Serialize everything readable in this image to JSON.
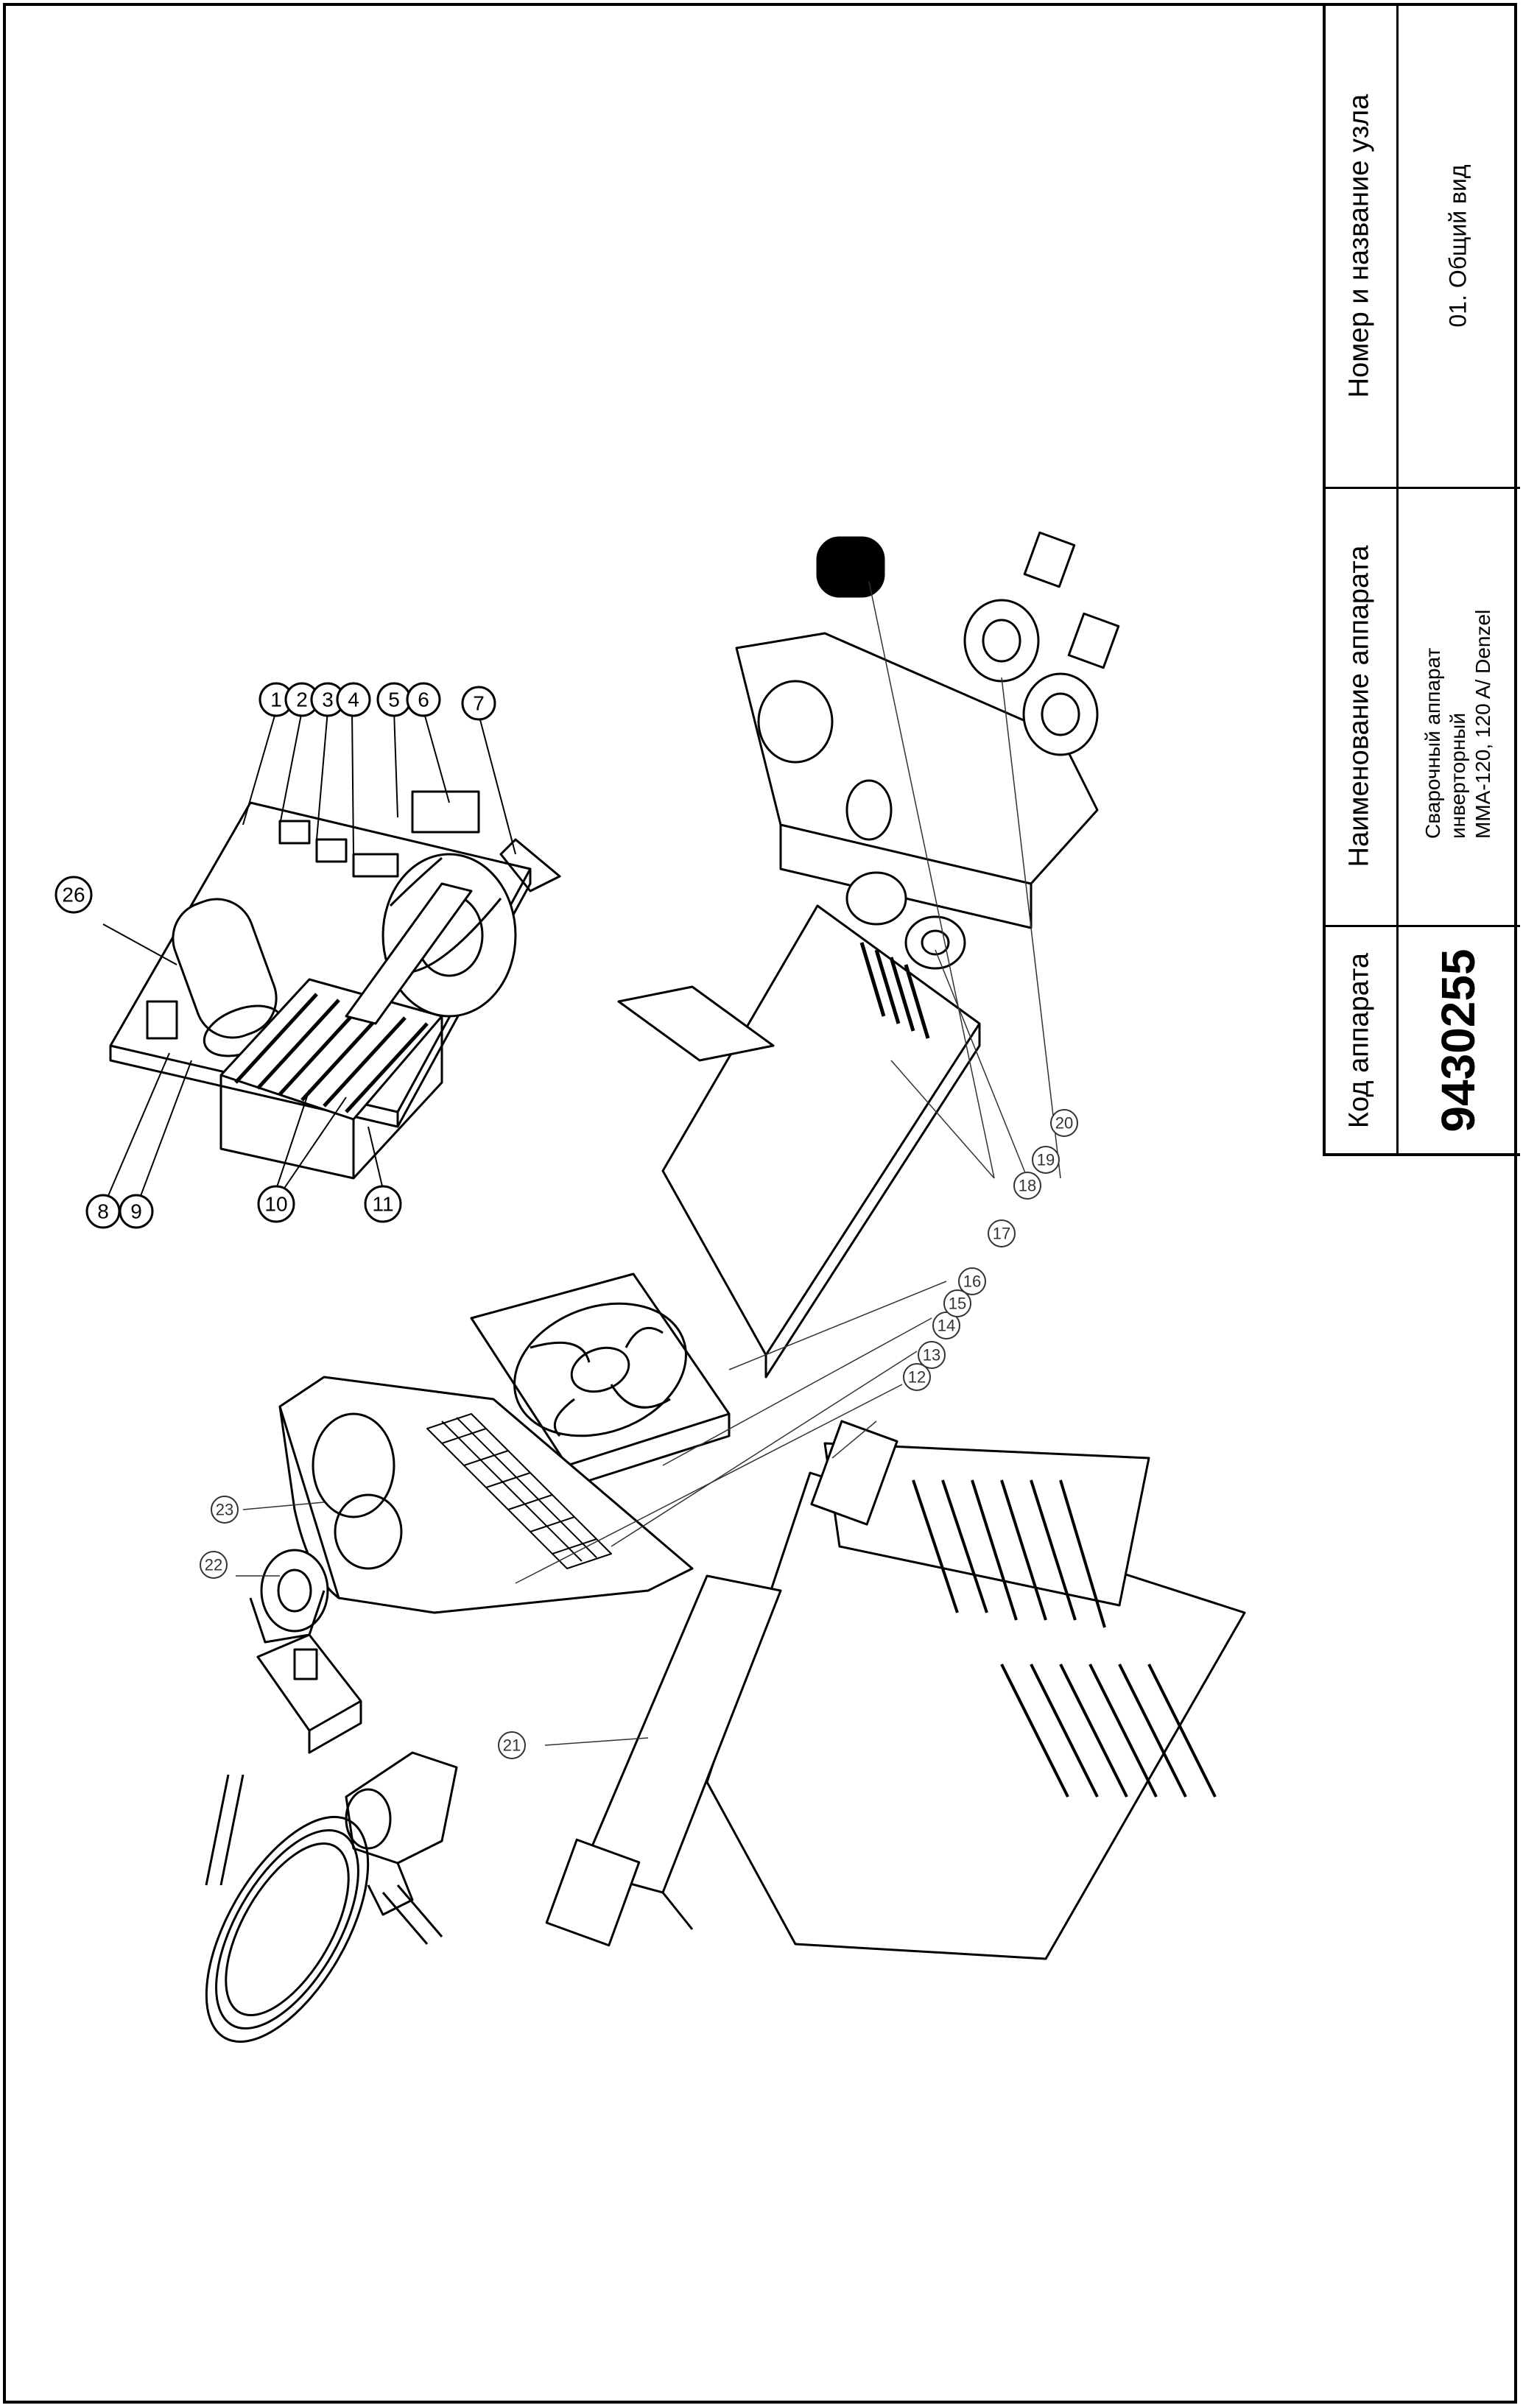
{
  "title_block": {
    "code_header": "Код аппарата",
    "code_value": "9430255",
    "name_header": "Наименование аппарата",
    "name_line1": "Сварочный аппарат инверторный",
    "name_line2": "MMA-120, 120 A/ Denzel",
    "node_header": "Номер и название узла",
    "node_value": "01. Общий вид"
  },
  "callouts": [
    "1",
    "2",
    "3",
    "4",
    "5",
    "6",
    "7",
    "8",
    "9",
    "10",
    "11",
    "12",
    "13",
    "14",
    "15",
    "16",
    "17",
    "18",
    "19",
    "20",
    "21",
    "22",
    "23",
    "26"
  ]
}
